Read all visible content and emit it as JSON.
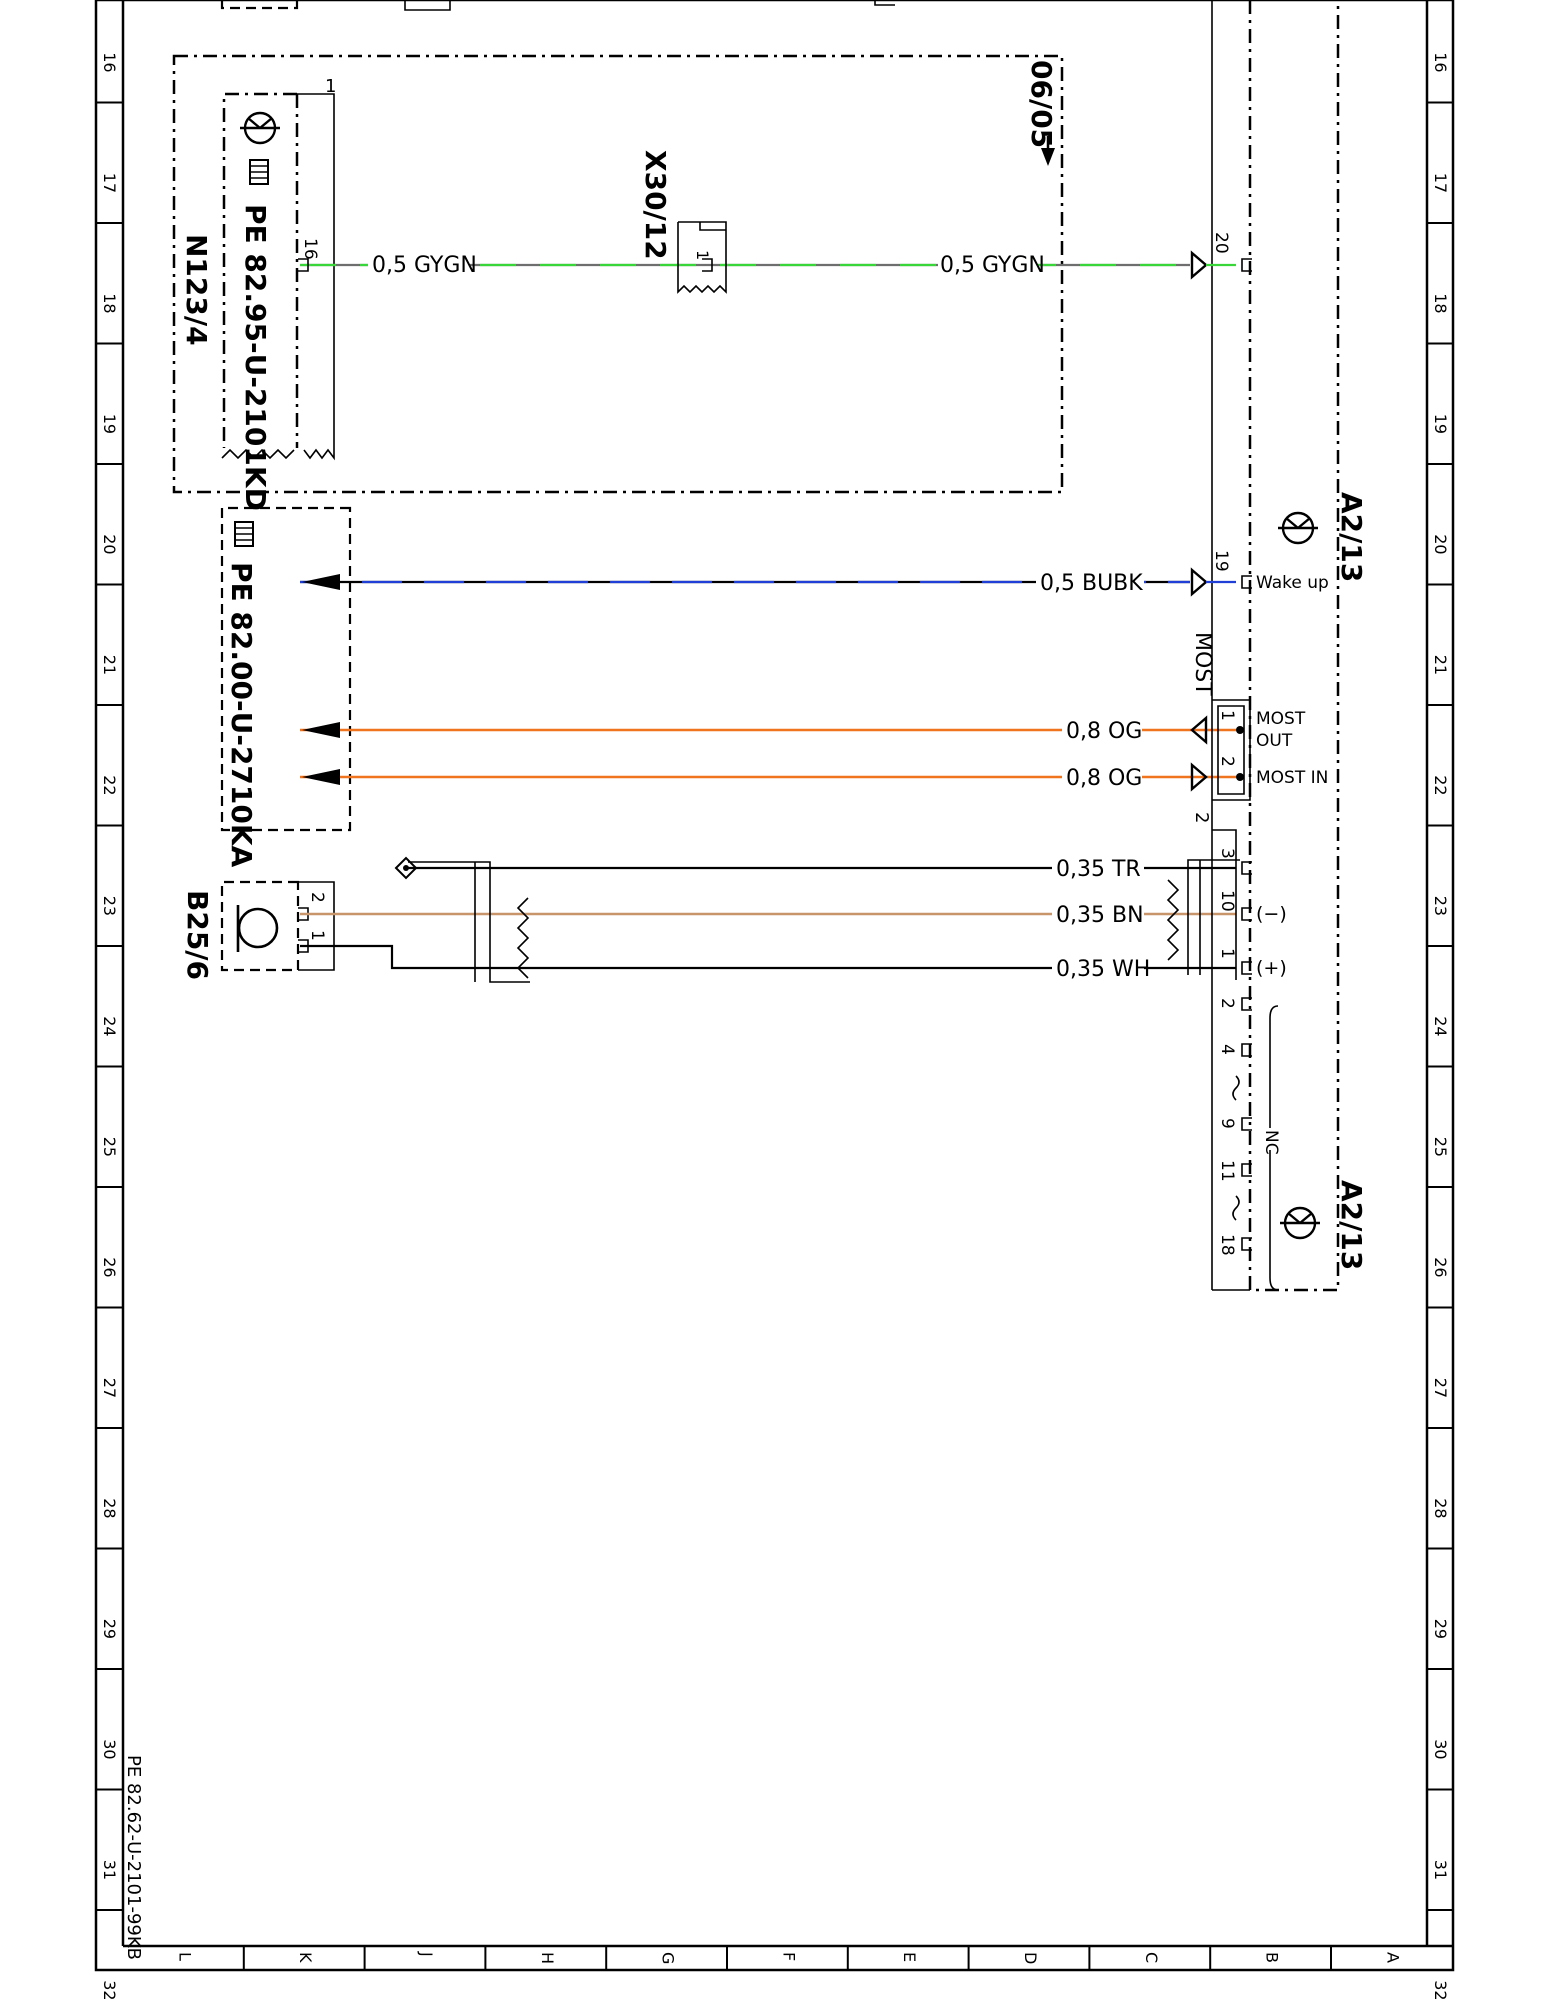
{
  "frame": {
    "row_numbers": [
      "16",
      "17",
      "18",
      "19",
      "20",
      "21",
      "22",
      "23",
      "24",
      "25",
      "26",
      "27",
      "28",
      "29",
      "30",
      "31",
      "32"
    ],
    "column_letters": [
      "L",
      "K",
      "J",
      "H",
      "G",
      "F",
      "E",
      "D",
      "C",
      "B",
      "A"
    ],
    "footer_ref": "PE 82.62-U-2101-99KB"
  },
  "components": {
    "n123_4": {
      "id": "N123/4",
      "ref": "PE 82.95-U-2101KD",
      "pin_top": "1",
      "pin_16": "16"
    },
    "x30_12": {
      "id": "X30/12",
      "pin": "1"
    },
    "ref_0605": "06/05",
    "pe_2710": {
      "ref": "PE 82.00-U-2710KA"
    },
    "b25_6": {
      "id": "B25/6",
      "pin_2": "2",
      "pin_1": "1"
    },
    "a2_13": {
      "id_upper": "A2/13",
      "id_lower": "A2/13",
      "most_label": "MOST",
      "wake_up": "Wake up",
      "most_out_1": "MOST",
      "most_out_2": "OUT",
      "most_in": "MOST IN",
      "minus": "(−)",
      "plus": "(+)",
      "nc": "NC",
      "connector_num": "2"
    }
  },
  "wires": [
    {
      "name": "gygn-left",
      "label": "0,5 GYGN",
      "color": "#39d639"
    },
    {
      "name": "gygn-right",
      "label": "0,5 GYGN",
      "color": "#39d639"
    },
    {
      "name": "bubk",
      "label": "0,5 BUBK",
      "color": "#1f3fd6"
    },
    {
      "name": "og-out",
      "label": "0,8 OG",
      "color": "#f0731e"
    },
    {
      "name": "og-in",
      "label": "0,8 OG",
      "color": "#f0731e"
    },
    {
      "name": "tr",
      "label": "0,35 TR",
      "color": "#000000"
    },
    {
      "name": "bn",
      "label": "0,35 BN",
      "color": "#c8946a"
    },
    {
      "name": "wh",
      "label": "0,35 WH",
      "color": "#000000"
    }
  ],
  "pins": {
    "p20": "20",
    "p19": "19",
    "m1": "1",
    "m2": "2",
    "p3": "3",
    "p10": "10",
    "p1": "1",
    "p2": "2",
    "p4": "4",
    "p9": "9",
    "p11": "11",
    "p18": "18"
  }
}
